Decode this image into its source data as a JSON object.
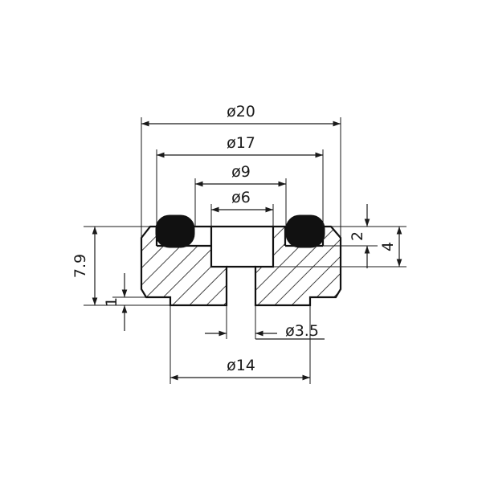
{
  "dimensions": {
    "d20": "ø20",
    "d17": "ø17",
    "d9": "ø9",
    "d6": "ø6",
    "d3_5": "ø3.5",
    "d14": "ø14",
    "h7_9": "7.9",
    "h1": "1",
    "h2": "2",
    "h4": "4"
  },
  "colors": {
    "line": "#1a1a1a",
    "oring": "#111111",
    "background": "#ffffff"
  }
}
